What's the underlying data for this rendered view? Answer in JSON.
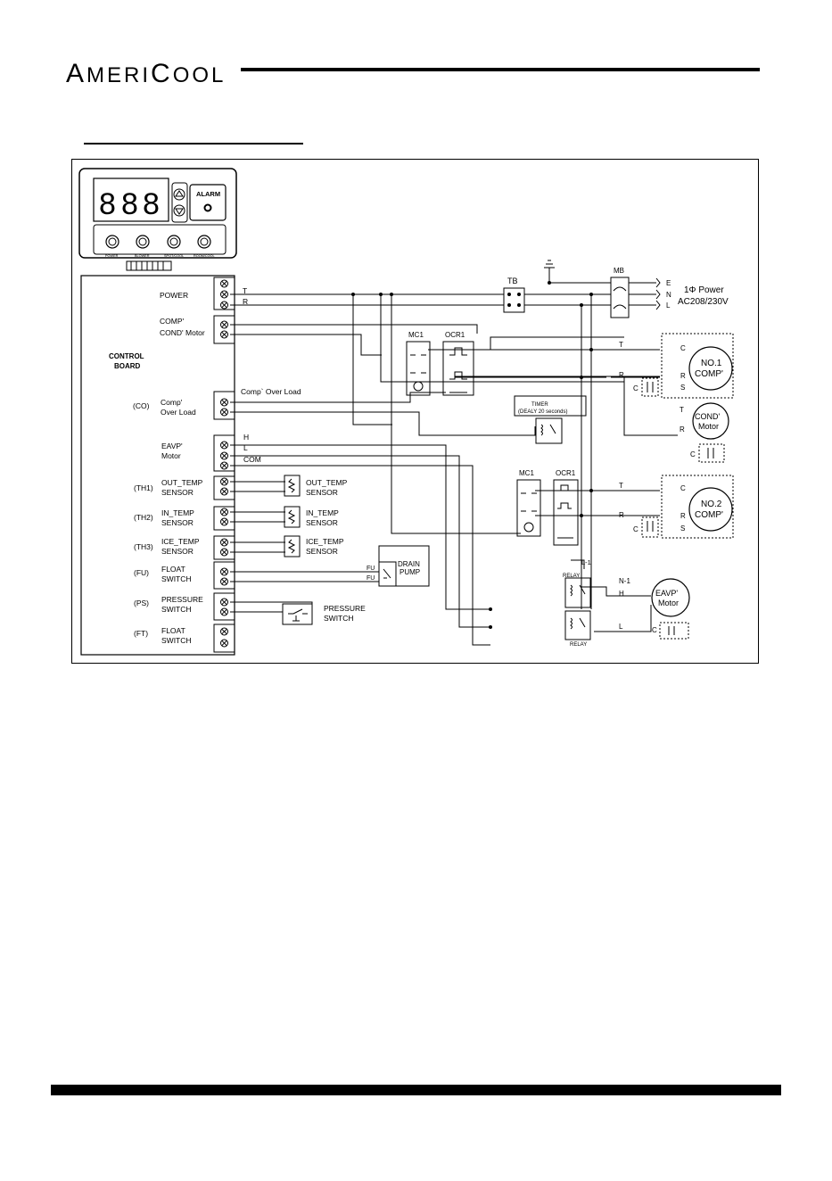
{
  "header": {
    "brand_a": "A",
    "brand_b": "MERI",
    "brand_c": "C",
    "brand_d": "OOL"
  },
  "panel": {
    "digit": "8",
    "alarm": "ALARM",
    "btn_power": "POWER",
    "btn_blower": "BLOWER",
    "btn_spotcool": "SPOT/COOL",
    "btn_roomcool": "ROOM/COOL"
  },
  "board": {
    "title1": "CONTROL",
    "title2": "BOARD",
    "power": "POWER",
    "comp": "COMP'",
    "cond_motor": "COND' Motor",
    "co": "(CO)",
    "comp_ol1": "Comp'",
    "comp_ol2": "Over Load",
    "eavp1": "EAVP'",
    "eavp2": "Motor",
    "th1": "(TH1)",
    "th2": "(TH2)",
    "th3": "(TH3)",
    "out_temp": "OUT_TEMP",
    "in_temp": "IN_TEMP",
    "ice_temp": "ICE_TEMP",
    "sensor": "SENSOR",
    "fu": "(FU)",
    "ps": "(PS)",
    "ft": "(FT)",
    "float": "FLOAT",
    "switch": "SWITCH",
    "pressure": "PRESSURE"
  },
  "wires": {
    "t": "T",
    "r": "R",
    "h": "H",
    "l": "L",
    "com": "COM",
    "c": "C",
    "s": "S",
    "e": "E",
    "n": "N",
    "n1": "N-1",
    "l1": "L-1",
    "fu": "FU",
    "comp_overload": "Comp` Over Load"
  },
  "parts": {
    "tb": "TB",
    "mb": "MB",
    "power_supply1": "1Φ Power",
    "power_supply2": "AC208/230V",
    "mc1": "MC1",
    "ocr1": "OCR1",
    "timer1": "TIMER",
    "timer2": "(DEALY 20 seconds)",
    "no1a": "NO.1",
    "no2a": "NO.2",
    "comp": "COMP'",
    "cond": "COND'",
    "motor": "Motor",
    "eavp": "EAVP'",
    "drain1": "DRAIN",
    "drain2": "PUMP",
    "relay": "RELAY",
    "pressure_sw1": "PRESSURE",
    "pressure_sw2": "SWITCH"
  }
}
